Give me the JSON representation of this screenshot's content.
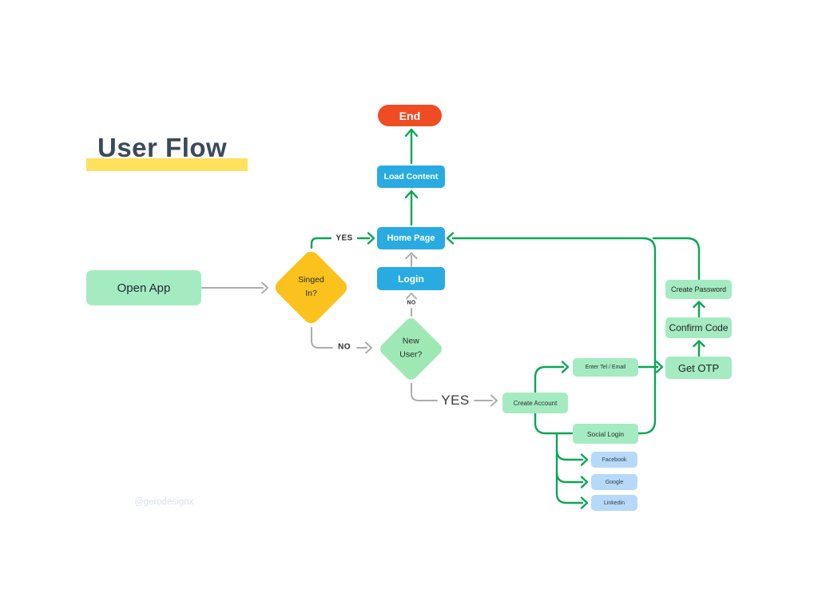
{
  "title": "User Flow",
  "watermark": "@gerodesignx",
  "colors": {
    "accent_green": "#0BA656",
    "connector_gray": "#ACACAC",
    "node_blue": "#29ABE2",
    "node_green": "#A5EBC2",
    "diamond_yellow": "#FBC21D",
    "diamond_green": "#9EE8B4",
    "end_red": "#F04C24",
    "social_blue": "#B7D9F9",
    "highlight_yellow": "#FFE15E"
  },
  "nodes": {
    "end": "End",
    "load_content": "Load Content",
    "home_page": "Home Page",
    "login": "Login",
    "open_app": "Open App",
    "singed_in": "Singed\nIn?",
    "new_user": "New\nUser?",
    "create_account": "Create Account",
    "enter_tel_email": "Enter Tel / Email",
    "get_otp": "Get OTP",
    "confirm_code": "Confirm Code",
    "create_password": "Create Password",
    "social_login": "Social Login",
    "facebook": "Facebook",
    "google": "Google",
    "linkedin": "Linkedin"
  },
  "edge_labels": {
    "signed_in_yes": "YES",
    "signed_in_no": "NO",
    "new_user_no": "NO",
    "new_user_yes": "YES"
  }
}
